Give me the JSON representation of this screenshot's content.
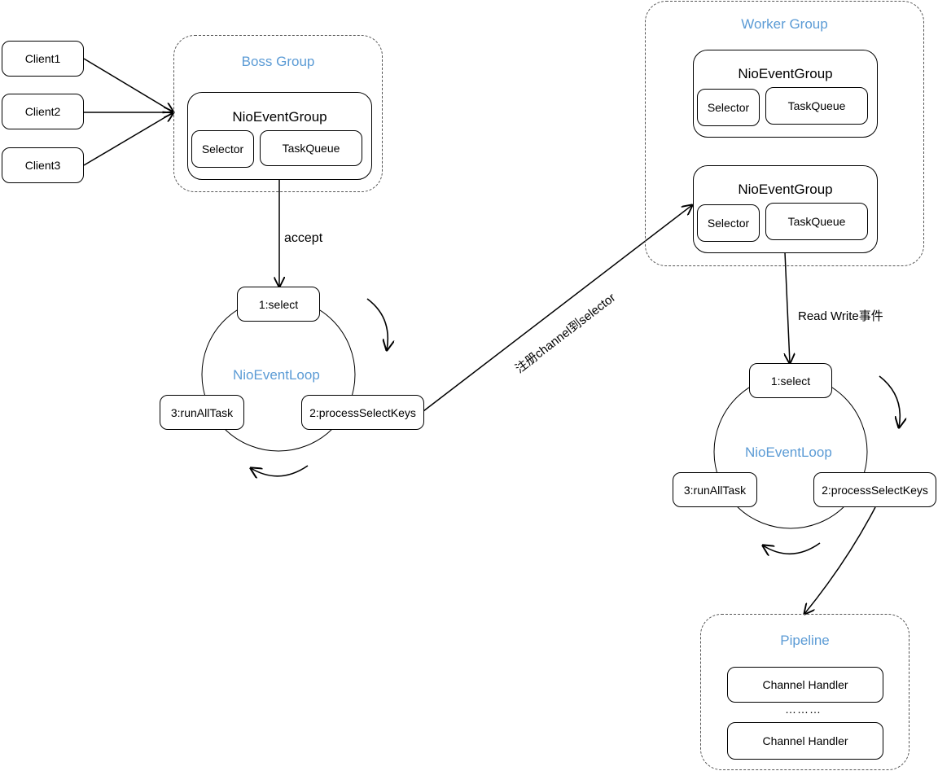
{
  "clients": [
    "Client1",
    "Client2",
    "Client3"
  ],
  "boss_group": {
    "title": "Boss Group",
    "event_group": {
      "title": "NioEventGroup",
      "selector": "Selector",
      "task_queue": "TaskQueue"
    }
  },
  "worker_group": {
    "title": "Worker Group",
    "event_groups": [
      {
        "title": "NioEventGroup",
        "selector": "Selector",
        "task_queue": "TaskQueue"
      },
      {
        "title": "NioEventGroup",
        "selector": "Selector",
        "task_queue": "TaskQueue"
      }
    ]
  },
  "boss_loop": {
    "title": "NioEventLoop",
    "select": "1:select",
    "process": "2:processSelectKeys",
    "run_all": "3:runAllTask"
  },
  "worker_loop": {
    "title": "NioEventLoop",
    "select": "1:select",
    "process": "2:processSelectKeys",
    "run_all": "3:runAllTask"
  },
  "edges": {
    "accept": "accept",
    "register": "注册channel到selector",
    "read_write": "Read Write事件"
  },
  "pipeline": {
    "title": "Pipeline",
    "handlers": [
      "Channel Handler",
      "Channel Handler"
    ],
    "ellipsis": "………"
  }
}
